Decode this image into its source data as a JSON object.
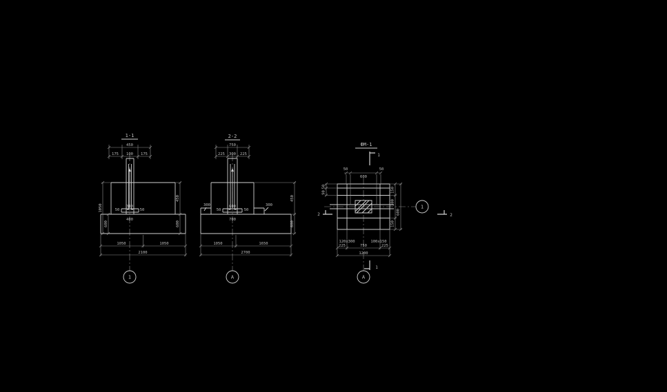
{
  "colors": {
    "background": "#000000",
    "geometry_line": "#d2d2d2",
    "dimension_line": "#909090",
    "text": "#bfbfbf"
  },
  "views": {
    "section_1_1": {
      "title": "1-1",
      "axis_bubble": "1",
      "dims": {
        "top_total": "450",
        "top_left": "175",
        "top_mid": "100",
        "top_right": "175",
        "plate_left": "50",
        "plate_mid": "300",
        "plate_right": "50",
        "plate_total": "400",
        "right_upper": "450",
        "right_lower": "600",
        "left_outer": "1050",
        "left_inner": "600",
        "bottom_left": "1050",
        "bottom_right": "1050",
        "bottom_total": "2100"
      }
    },
    "section_2_2": {
      "title": "2-2",
      "axis_bubble": "A",
      "dims": {
        "top_total": "750",
        "top_left": "225",
        "top_mid": "300",
        "top_right": "225",
        "step_left": "300",
        "step_right": "300",
        "plate_left": "50",
        "plate_mid": "600",
        "plate_right": "50",
        "plate_total": "700",
        "right_upper": "450",
        "right_lower": "600",
        "bottom_left": "1050",
        "bottom_right": "1650",
        "bottom_total": "2700"
      }
    },
    "plan": {
      "title": "ФМ-1",
      "axis_bubble_right": "1",
      "axis_bubble_bottom": "A",
      "section_mark_vertical": "1",
      "section_mark_horizontal": "2",
      "dims": {
        "top_left": "50",
        "top_mid": "600",
        "top_right": "50",
        "left_upper": "50",
        "left_lower": "90",
        "right_top": "150",
        "right_mid": "300",
        "right_bottom": "150",
        "right_total": "600",
        "spacing_left": "120x300",
        "spacing_right": "100x150",
        "bottom_left": "225",
        "bottom_mid": "750",
        "bottom_right": "225",
        "bottom_total": "1200"
      }
    }
  }
}
